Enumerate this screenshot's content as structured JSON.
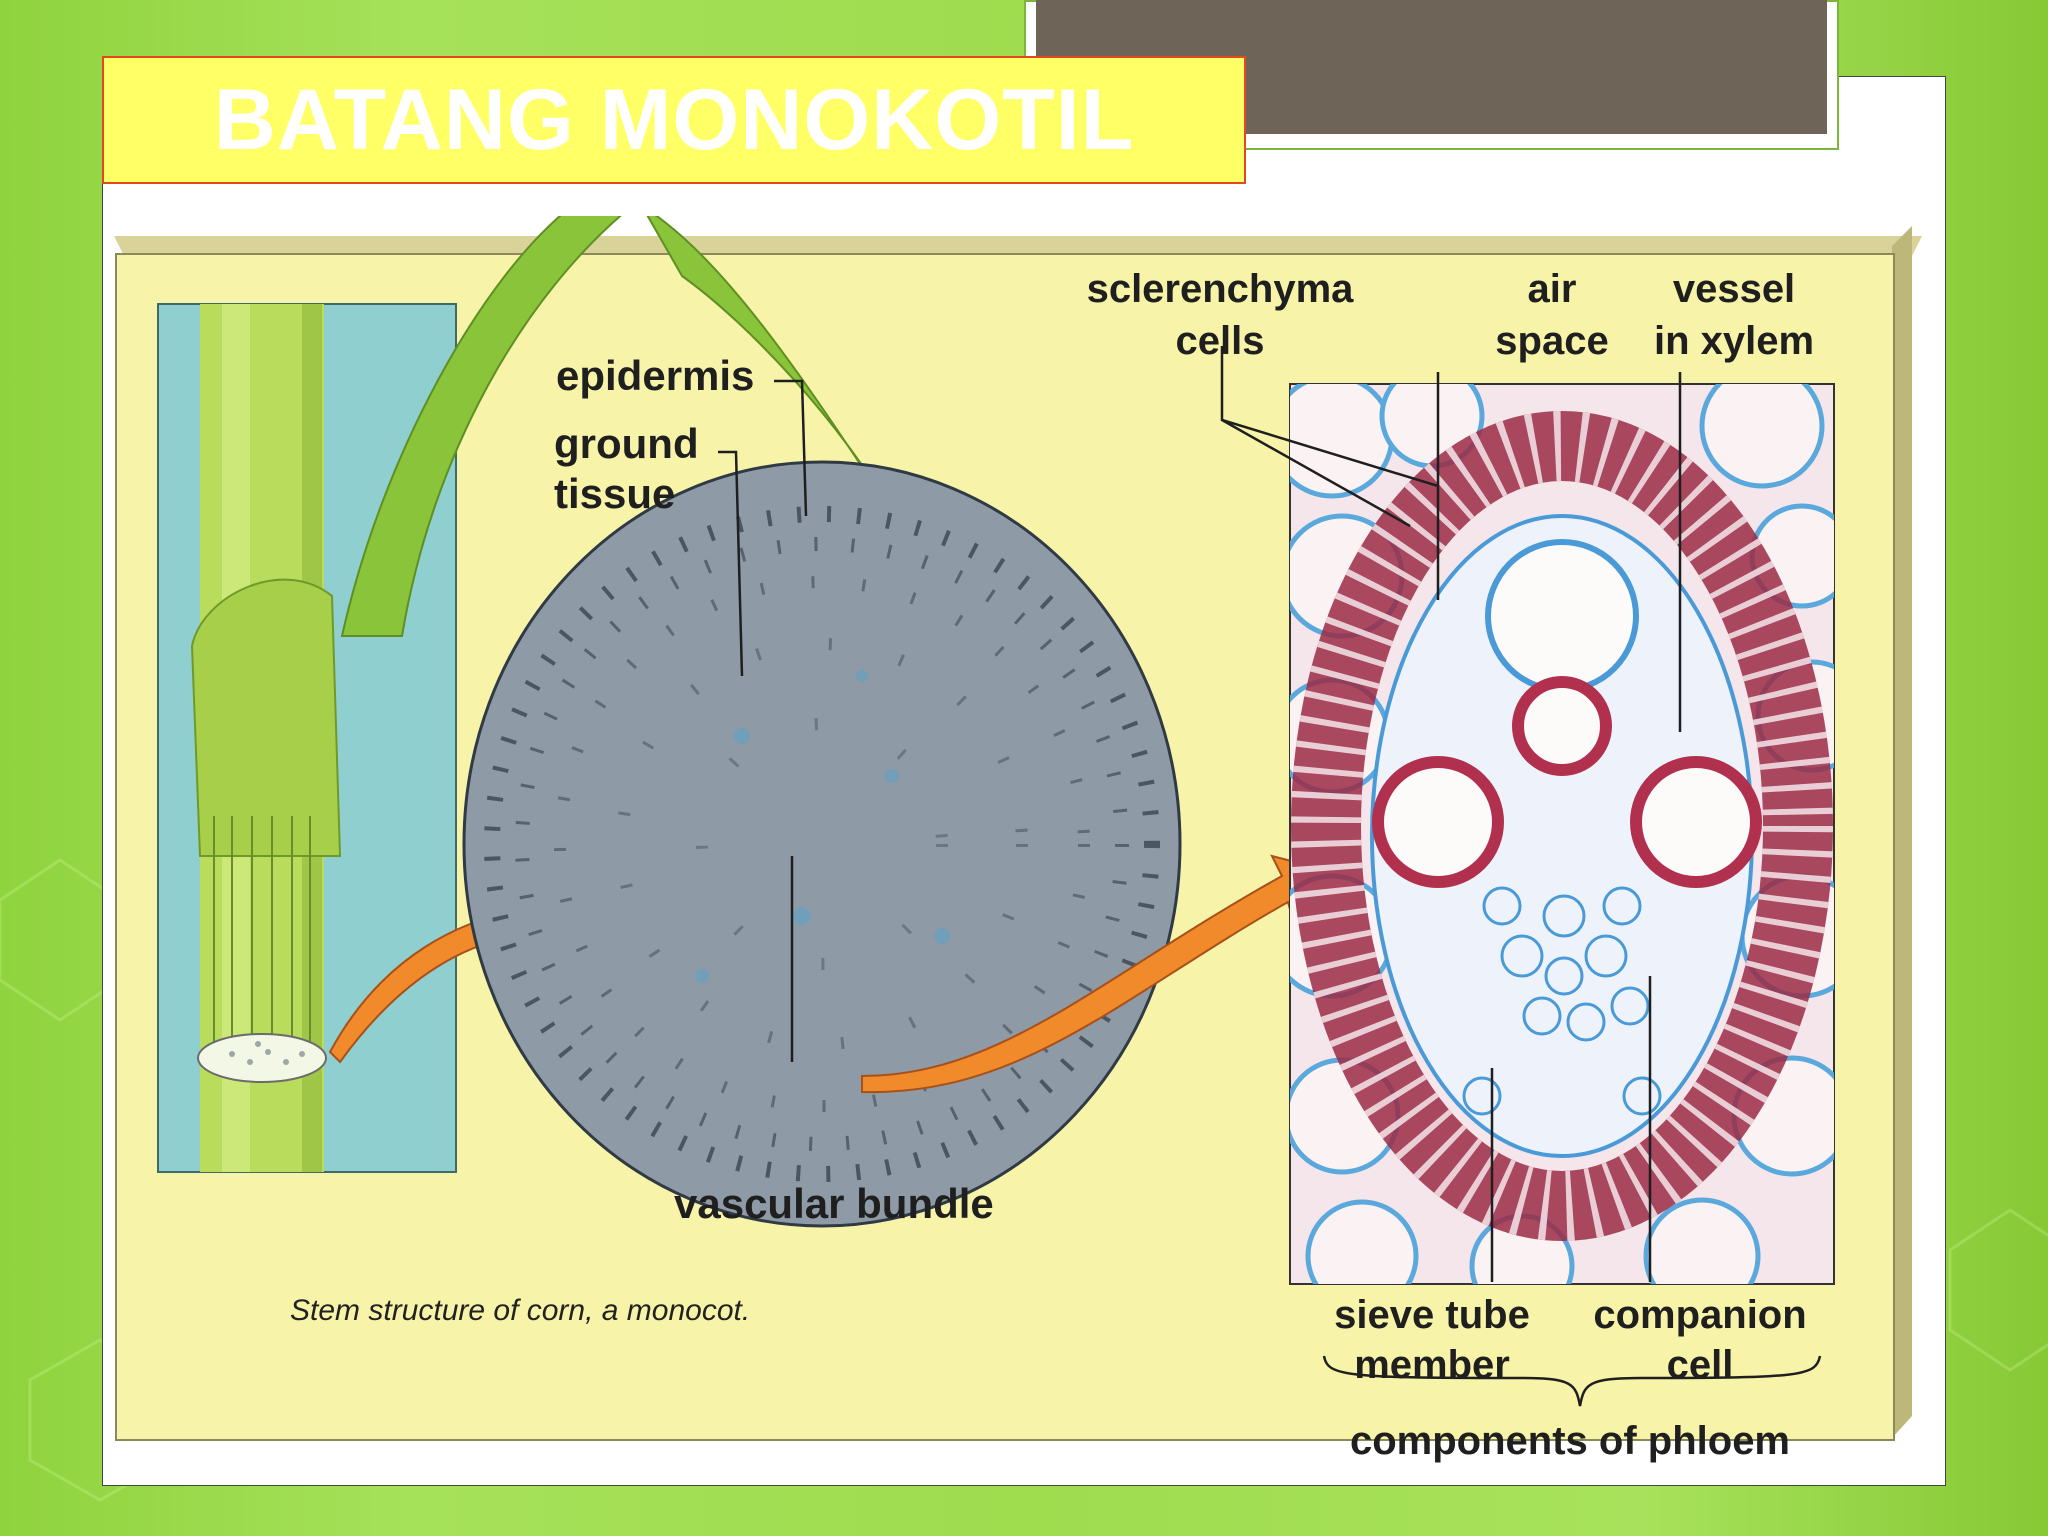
{
  "slide": {
    "title": "BATANG MONOKOTIL"
  },
  "diagram": {
    "labels": {
      "epidermis": "epidermis",
      "ground": "ground",
      "tissue": "tissue",
      "vascular_bundle": "vascular bundle",
      "sclerenchyma": "sclerenchyma",
      "cells": "cells",
      "air": "air",
      "space": "space",
      "vessel": "vessel",
      "in_xylem": "in xylem",
      "sieve_tube": "sieve tube",
      "member": "member",
      "companion": "companion",
      "cell": "cell",
      "components_of_phloem": "components of phloem"
    },
    "caption": "Stem structure of corn, a monocot.",
    "colors": {
      "paper": "#f7f3a8",
      "sky": "#8fcfcf",
      "stem": "#b9dc5c",
      "section": "#8a96a0",
      "arrow": "#f08a2a",
      "sclerenchyma": "#9b2a45",
      "cell_walls": "#4a9ad8"
    }
  }
}
